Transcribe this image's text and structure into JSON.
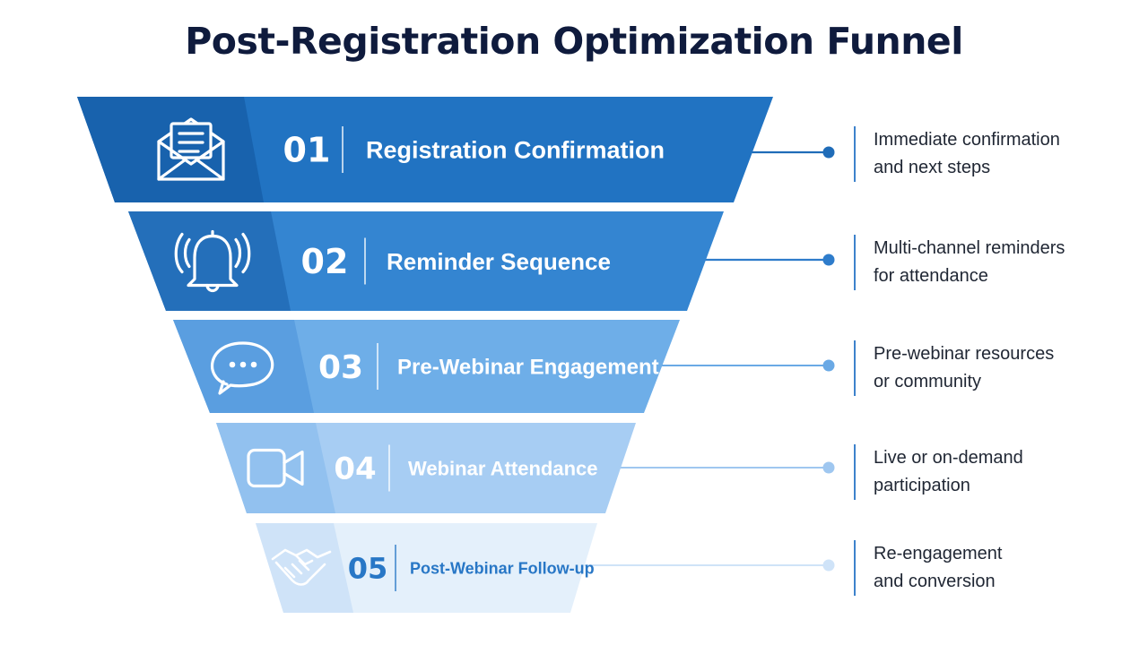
{
  "title": "Post-Registration Optimization Funnel",
  "stages": [
    {
      "number": "01",
      "label": "Registration Confirmation",
      "icon": "envelope-icon",
      "description": [
        "Immediate confirmation",
        "and next steps"
      ],
      "colors": {
        "left": "#1862ad",
        "right": "#2173c2",
        "connector": "#1f6cb8",
        "text": "#ffffff"
      }
    },
    {
      "number": "02",
      "label": "Reminder Sequence",
      "icon": "bell-icon",
      "description": [
        "Multi-channel reminders",
        "for attendance"
      ],
      "colors": {
        "left": "#246fba",
        "right": "#3485d1",
        "connector": "#2e7ccb",
        "text": "#ffffff"
      }
    },
    {
      "number": "03",
      "label": "Pre-Webinar Engagement",
      "icon": "chat-bubble-icon",
      "description": [
        "Pre-webinar resources",
        "or community"
      ],
      "colors": {
        "left": "#5a9ee0",
        "right": "#6eaee8",
        "connector": "#6aa9e5",
        "text": "#ffffff"
      }
    },
    {
      "number": "04",
      "label": "Webinar Attendance",
      "icon": "video-camera-icon",
      "description": [
        "Live or on-demand",
        "participation"
      ],
      "colors": {
        "left": "#92c1ef",
        "right": "#a7cdf3",
        "connector": "#9fc7f0",
        "text": "#ffffff"
      }
    },
    {
      "number": "05",
      "label": "Post-Webinar Follow-up",
      "icon": "handshake-icon",
      "description": [
        "Re-engagement",
        "and conversion"
      ],
      "colors": {
        "left": "#cfe3f8",
        "right": "#e4f0fb",
        "connector": "#cfe3f8",
        "text": "#2877c6"
      }
    }
  ]
}
